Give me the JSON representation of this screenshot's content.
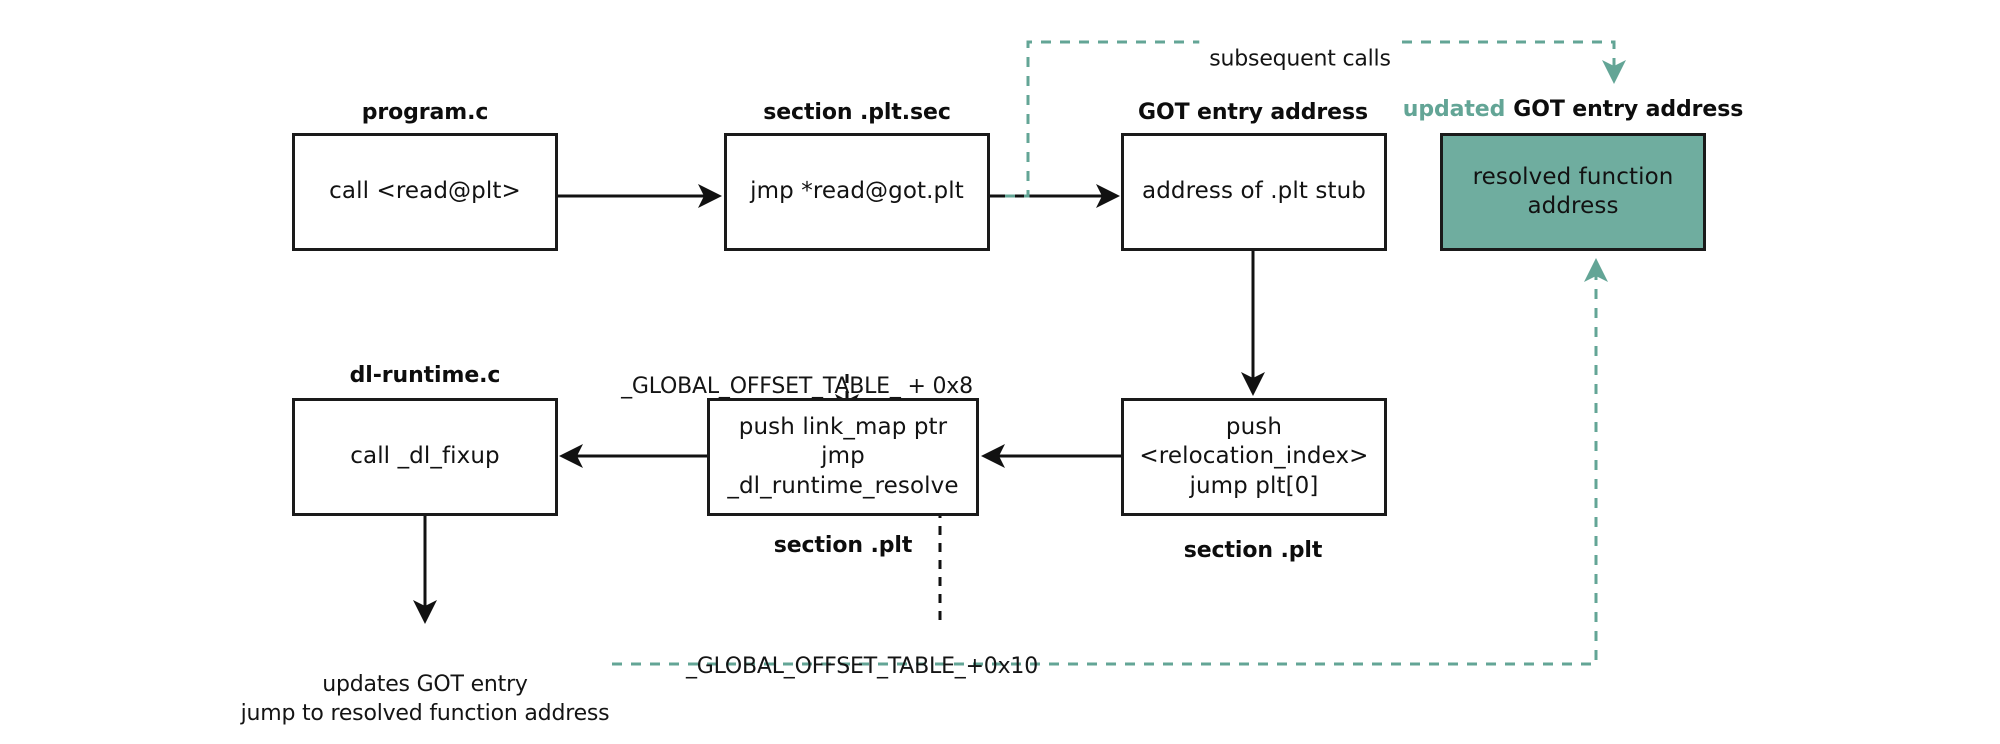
{
  "diagram": {
    "title_semantics": "PLT/GOT lazy binding resolution flow",
    "colors": {
      "accent_teal": "#6fad9f",
      "accent_teal_text": "#63a596",
      "stroke_black": "#1a1a1a",
      "background": "#ffffff"
    }
  },
  "nodes": [
    {
      "id": "program-c-box",
      "caption": "program.c",
      "caption_accent": "",
      "text": "call   <read@plt>",
      "filled": false
    },
    {
      "id": "plt-sec-box",
      "caption": "section .plt.sec",
      "caption_accent": "",
      "text": "jmp *read@got.plt",
      "filled": false
    },
    {
      "id": "got-entry-box",
      "caption": "GOT entry address",
      "caption_accent": "",
      "text": "address of .plt stub",
      "filled": false
    },
    {
      "id": "updated-got-entry-box",
      "caption": "GOT entry address",
      "caption_accent": "updated",
      "text": "resolved function address",
      "filled": true
    },
    {
      "id": "dl-runtime-box",
      "caption": "dl-runtime.c",
      "caption_accent": "",
      "text": "call _dl_fixup",
      "filled": false
    },
    {
      "id": "push-linkmap-box",
      "caption": "section .plt",
      "caption_accent": "",
      "text": "push link_map ptr\njmp _dl_runtime_resolve",
      "filled": false
    },
    {
      "id": "push-reloc-box",
      "caption": "section .plt",
      "caption_accent": "",
      "text": "push <relocation_index>\njump plt[0]",
      "filled": false
    }
  ],
  "annotations": {
    "subsequent_calls": "subsequent calls",
    "got_plus_8": "_GLOBAL_OFFSET_TABLE_ + 0x8",
    "got_plus_10": "_GLOBAL_OFFSET_TABLE_+0x10",
    "updates_got": "updates GOT entry\njump to resolved  function address"
  }
}
